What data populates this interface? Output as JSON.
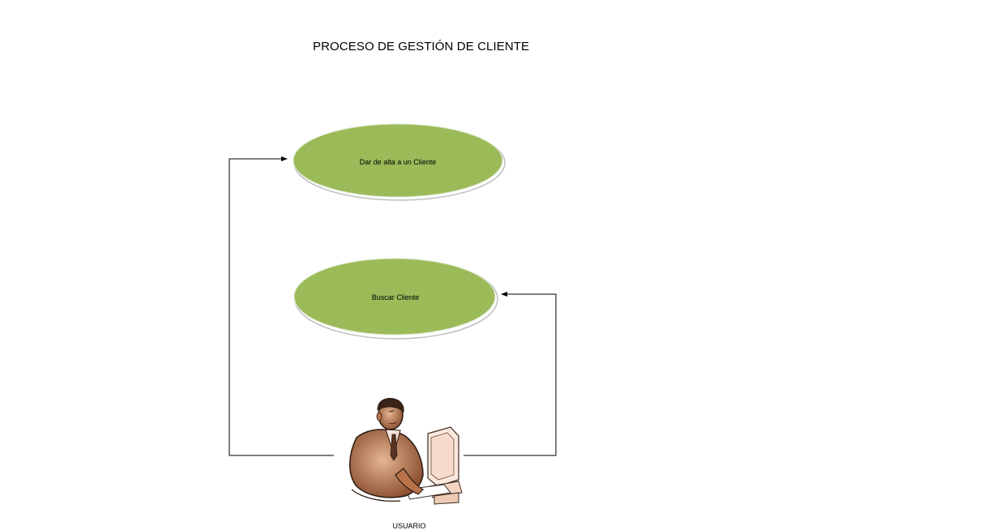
{
  "diagram": {
    "title": "PROCESO DE GESTIÓN DE CLIENTE",
    "use_cases": [
      {
        "label": "Dar de alta a un Cliente",
        "color": "#9bbb59"
      },
      {
        "label": "Buscar Cliente",
        "color": "#9bbb59"
      }
    ],
    "actor": {
      "label": "USUARIO",
      "icon": "user-at-computer-icon"
    },
    "connector_color": "#000000"
  }
}
